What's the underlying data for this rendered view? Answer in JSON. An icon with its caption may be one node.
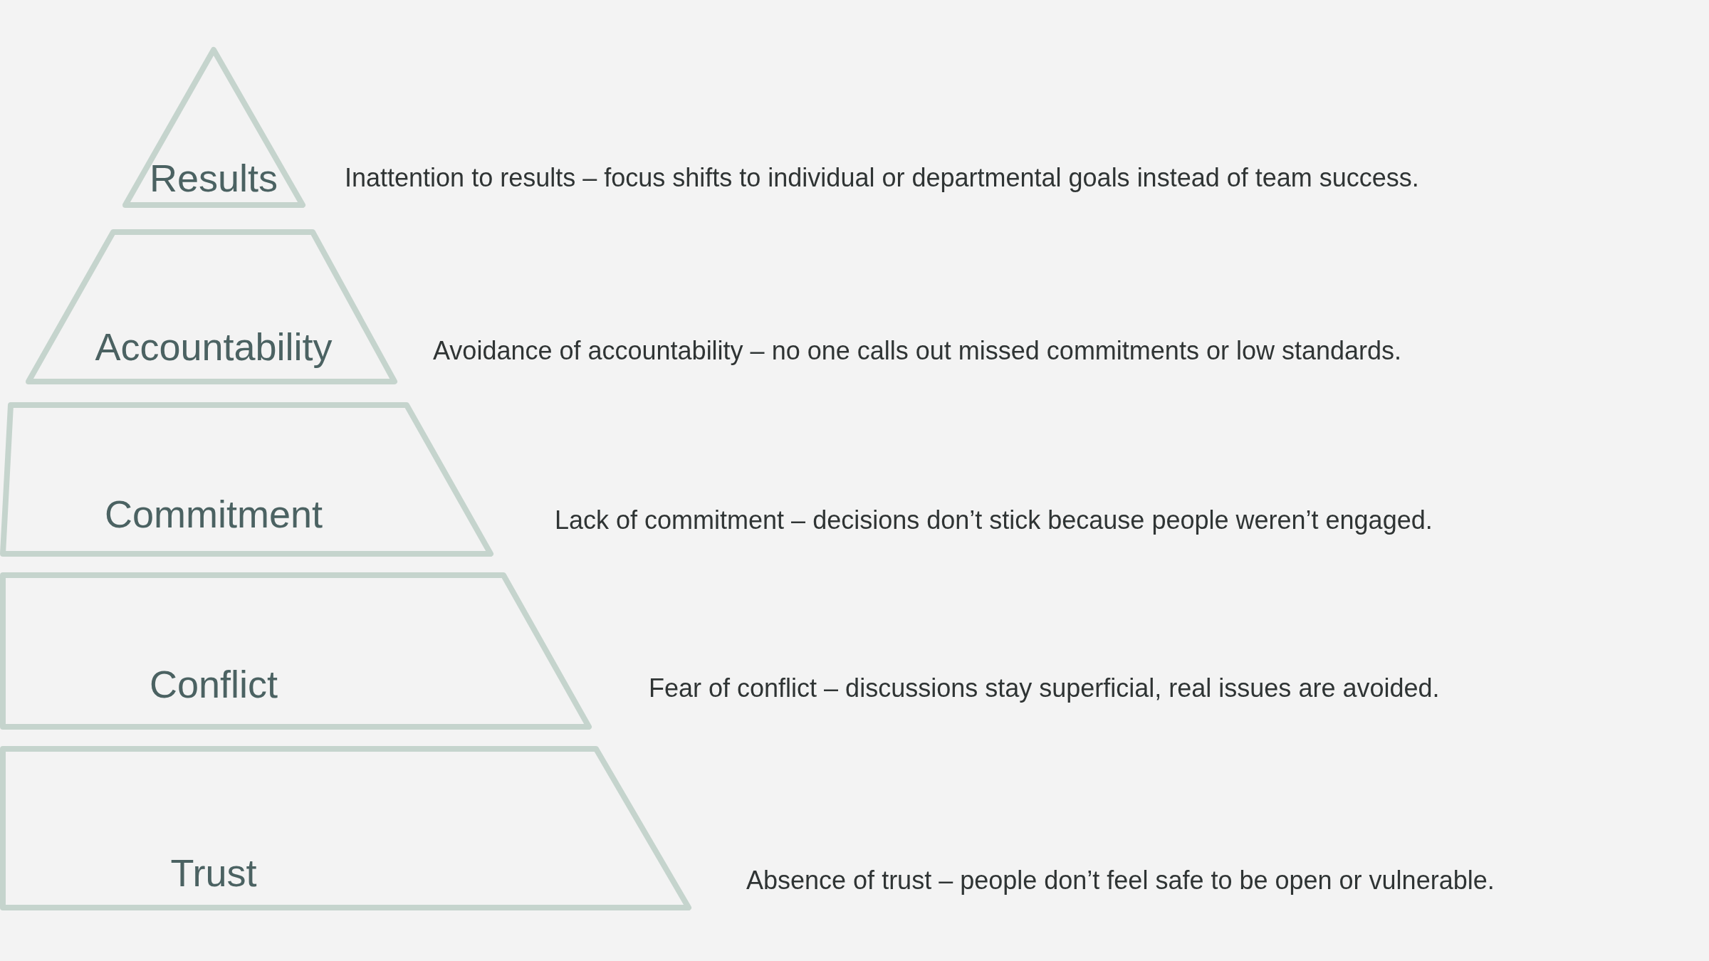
{
  "diagram": {
    "nodes": [
      {
        "text": [
          "Results"
        ],
        "beside": [
          "Inattention to results – focus shifts to individual or departmental goals instead of team success."
        ]
      },
      {
        "text": [
          "Accountability"
        ],
        "beside": [
          "Avoidance of accountability – no one calls out missed commitments or low standards."
        ]
      },
      {
        "text": [
          "Commitment"
        ],
        "beside": [
          "Lack of commitment – decisions don’t stick because people weren’t engaged."
        ]
      },
      {
        "text": [
          "Conflict"
        ],
        "beside": [
          "Fear of conflict – discussions stay superficial, real issues are avoided."
        ]
      },
      {
        "text": [
          "Trust"
        ],
        "beside": [
          "Absence of trust – people don’t feel safe to be open or vulnerable."
        ]
      }
    ]
  }
}
